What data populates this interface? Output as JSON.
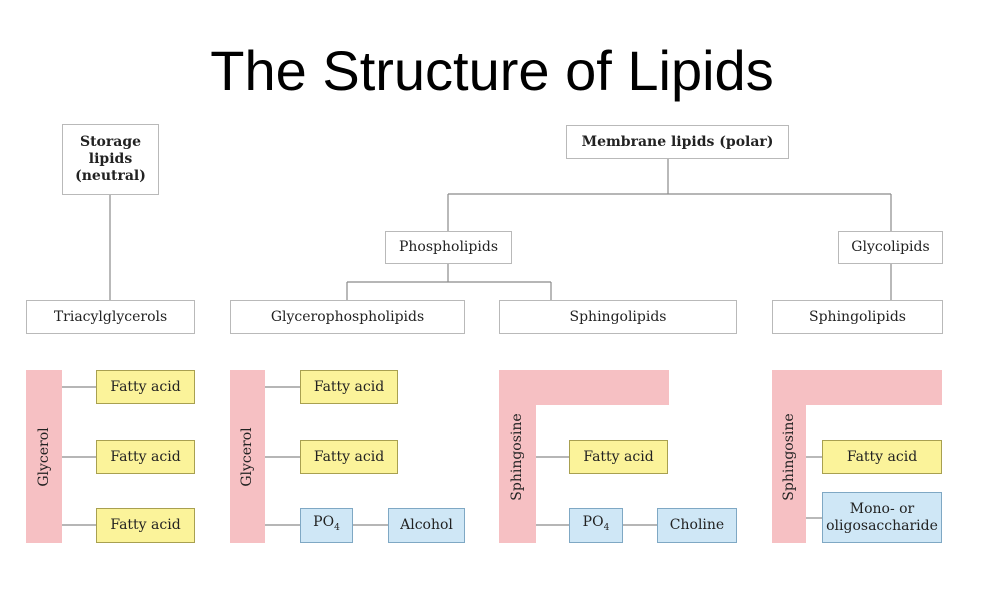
{
  "title": "The Structure of Lipids",
  "nodes": {
    "storage_lipids": "Storage lipids (neutral)",
    "membrane_lipids": "Membrane lipids (polar)",
    "phospholipids": "Phospholipids",
    "glycolipids": "Glycolipids",
    "triacylglycerols": "Triacylglycerols",
    "glycerophospholipids": "Glycerophospholipids",
    "sphingolipids_phospho": "Sphingolipids",
    "sphingolipids_glyco": "Sphingolipids"
  },
  "structures": {
    "triacylglycerol": {
      "backbone": "Glycerol",
      "groups": [
        "Fatty acid",
        "Fatty acid",
        "Fatty acid"
      ]
    },
    "glycerophospholipid": {
      "backbone": "Glycerol",
      "groups": [
        "Fatty acid",
        "Fatty acid"
      ],
      "phosphate": "PO",
      "phosphate_sub": "4",
      "head": "Alcohol"
    },
    "sphingophospholipid": {
      "backbone": "Sphingosine",
      "group": "Fatty acid",
      "phosphate": "PO",
      "phosphate_sub": "4",
      "head": "Choline"
    },
    "glycosphingolipid": {
      "backbone": "Sphingosine",
      "group": "Fatty acid",
      "head_line1": "Mono- or",
      "head_line2": "oligosaccharide"
    }
  },
  "colors": {
    "backbone": "#f6c0c3",
    "fatty_acid": "#fbf39a",
    "phosphate": "#cfe7f6",
    "line": "#8a8a8a"
  }
}
